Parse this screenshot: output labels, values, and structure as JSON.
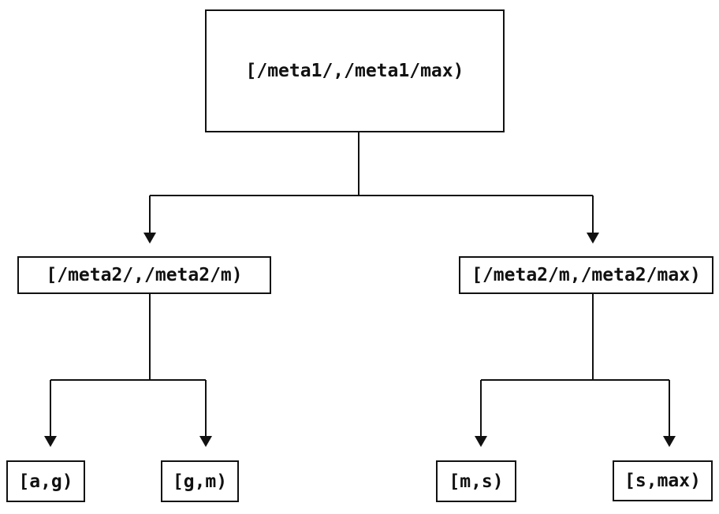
{
  "diagram": {
    "type": "tree",
    "colors": {
      "line": "#111111",
      "box_border": "#111111",
      "text": "#111111",
      "background": "#ffffff"
    },
    "nodes": {
      "root": {
        "label": "[/meta1/,/meta1/max)"
      },
      "left": {
        "label": "[/meta2/,/meta2/m)"
      },
      "right": {
        "label": "[/meta2/m,/meta2/max)"
      },
      "leaf_ag": {
        "label": "[a,g)"
      },
      "leaf_gm": {
        "label": "[g,m)"
      },
      "leaf_ms": {
        "label": "[m,s)"
      },
      "leaf_smax": {
        "label": "[s,max)"
      }
    },
    "edges": [
      {
        "from": "root",
        "to": "left",
        "arrow": "down"
      },
      {
        "from": "root",
        "to": "right",
        "arrow": "down"
      },
      {
        "from": "left",
        "to": "leaf_ag",
        "arrow": "down"
      },
      {
        "from": "left",
        "to": "leaf_gm",
        "arrow": "down"
      },
      {
        "from": "right",
        "to": "leaf_ms",
        "arrow": "down"
      },
      {
        "from": "right",
        "to": "leaf_smax",
        "arrow": "down"
      }
    ]
  }
}
